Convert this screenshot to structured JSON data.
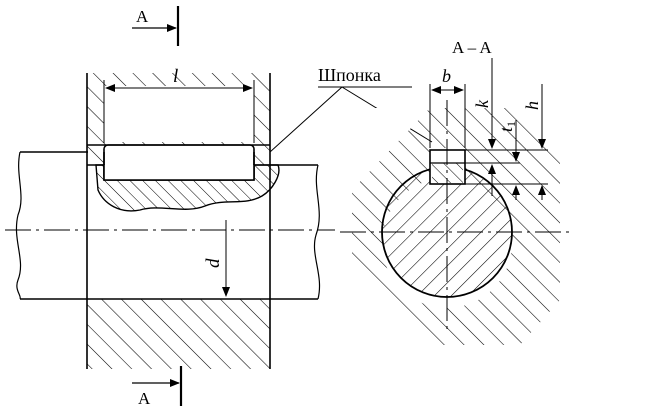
{
  "section_marker_top": "A",
  "section_marker_bottom": "A",
  "section_title": "A – A",
  "key_label": "Шпонка",
  "dimensions": {
    "key_length": "l",
    "key_width": "b",
    "key_depth_hub": "k",
    "key_depth_shaft": "t",
    "key_depth_shaft_subscript": "1",
    "key_height": "h",
    "shaft_diameter": "d"
  },
  "colors": {
    "line": "#000000",
    "background": "#ffffff"
  }
}
